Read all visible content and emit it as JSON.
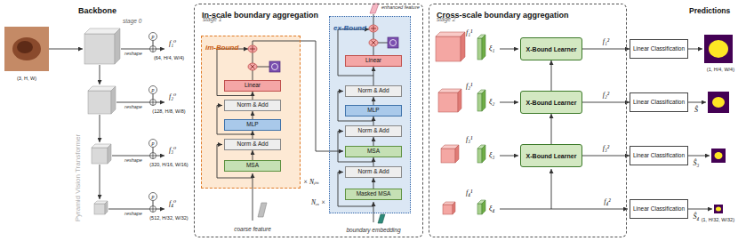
{
  "diagram": {
    "nodes": [
      {
        "text": [
          "In-scale boundary aggregation"
        ]
      },
      {
        "text": [
          "im-Bound"
        ],
        "in": 0
      },
      {
        "text": [
          "MSA"
        ],
        "in": 1
      },
      {
        "text": [
          "Norm & Add"
        ],
        "in": 1
      },
      {
        "text": [
          "MLP"
        ],
        "in": 1
      },
      {
        "text": [
          "Norm & Add"
        ],
        "in": 1
      },
      {
        "text": [
          "Linear"
        ],
        "in": 1
      },
      {
        "text": [
          "ex-Bound"
        ],
        "in": 0
      },
      {
        "text": [
          "Masked MSA"
        ],
        "in": 7
      },
      {
        "text": [
          "Norm & Add"
        ],
        "in": 7
      },
      {
        "text": [
          "MSA"
        ],
        "in": 7
      },
      {
        "text": [
          "Norm & Add"
        ],
        "in": 7
      },
      {
        "text": [
          "MLP"
        ],
        "in": 7
      },
      {
        "text": [
          "Norm & Add"
        ],
        "in": 7
      },
      {
        "text": [
          "Linear"
        ],
        "in": 7
      },
      {
        "text": [
          "Cross-scale boundary aggregation"
        ]
      },
      {
        "text": [
          "X-Bound Learner"
        ],
        "in": 15
      },
      {
        "text": [
          "X-Bound Learner"
        ],
        "in": 15
      },
      {
        "text": [
          "X-Bound Learner"
        ],
        "in": 15
      },
      {
        "text": [
          "Linear Classification"
        ]
      },
      {
        "text": [
          "Linear Classification"
        ]
      },
      {
        "text": [
          "Linear Classification"
        ]
      },
      {
        "text": [
          "Linear Classification"
        ]
      }
    ],
    "edges": [
      {
        "from": 2,
        "to": 3,
        "arrow": "to"
      },
      {
        "from": 3,
        "to": 4,
        "arrow": "to"
      },
      {
        "from": 4,
        "to": 5,
        "arrow": "to"
      },
      {
        "from": 5,
        "to": 6,
        "arrow": "to"
      },
      {
        "from": 8,
        "to": 9,
        "arrow": "to"
      },
      {
        "from": 9,
        "to": 10,
        "arrow": "to"
      },
      {
        "from": 10,
        "to": 11,
        "arrow": "to"
      },
      {
        "from": 11,
        "to": 12,
        "arrow": "to"
      },
      {
        "from": 12,
        "to": 13,
        "arrow": "to"
      },
      {
        "from": 13,
        "to": 14,
        "arrow": "to"
      },
      {
        "from": 18,
        "to": 17,
        "arrow": "to"
      },
      {
        "from": 17,
        "to": 16,
        "arrow": "to"
      },
      {
        "from": 16,
        "to": 19,
        "label": "f₁²",
        "arrow": "to"
      },
      {
        "from": 17,
        "to": 20,
        "label": "f₂²",
        "arrow": "to"
      },
      {
        "from": 18,
        "to": 21,
        "label": "f₃²",
        "arrow": "to"
      }
    ],
    "labels": [
      "Backbone",
      "Pyramid Vision Transformer",
      "stage 0",
      "(3, H, W)",
      "p",
      "reshape",
      "f₁⁰",
      "(64, H/4, W/4)",
      "p",
      "reshape",
      "f₂⁰",
      "(128, H/8, W/8)",
      "p",
      "reshape",
      "f₃⁰",
      "(320, H/16, W/16)",
      "p",
      "reshape",
      "f₄⁰",
      "(512, H/32, W/32)",
      "stage 1",
      "× Nᵢₘ",
      "coarse feature",
      "enhanced feature",
      "Nₑₓ ×",
      "boundary embedding",
      "stage 2",
      "f₁¹",
      "ξ₁",
      "f₂¹",
      "ξ₂",
      "f₃¹",
      "ξ₃",
      "f₄¹",
      "ξ₄",
      "f₄²",
      "Predictions",
      "(1, H/4, W/4)",
      "Ŝ",
      "Ŝ₃",
      "Ŝ₄",
      "(1, H/32, W/32)"
    ]
  }
}
